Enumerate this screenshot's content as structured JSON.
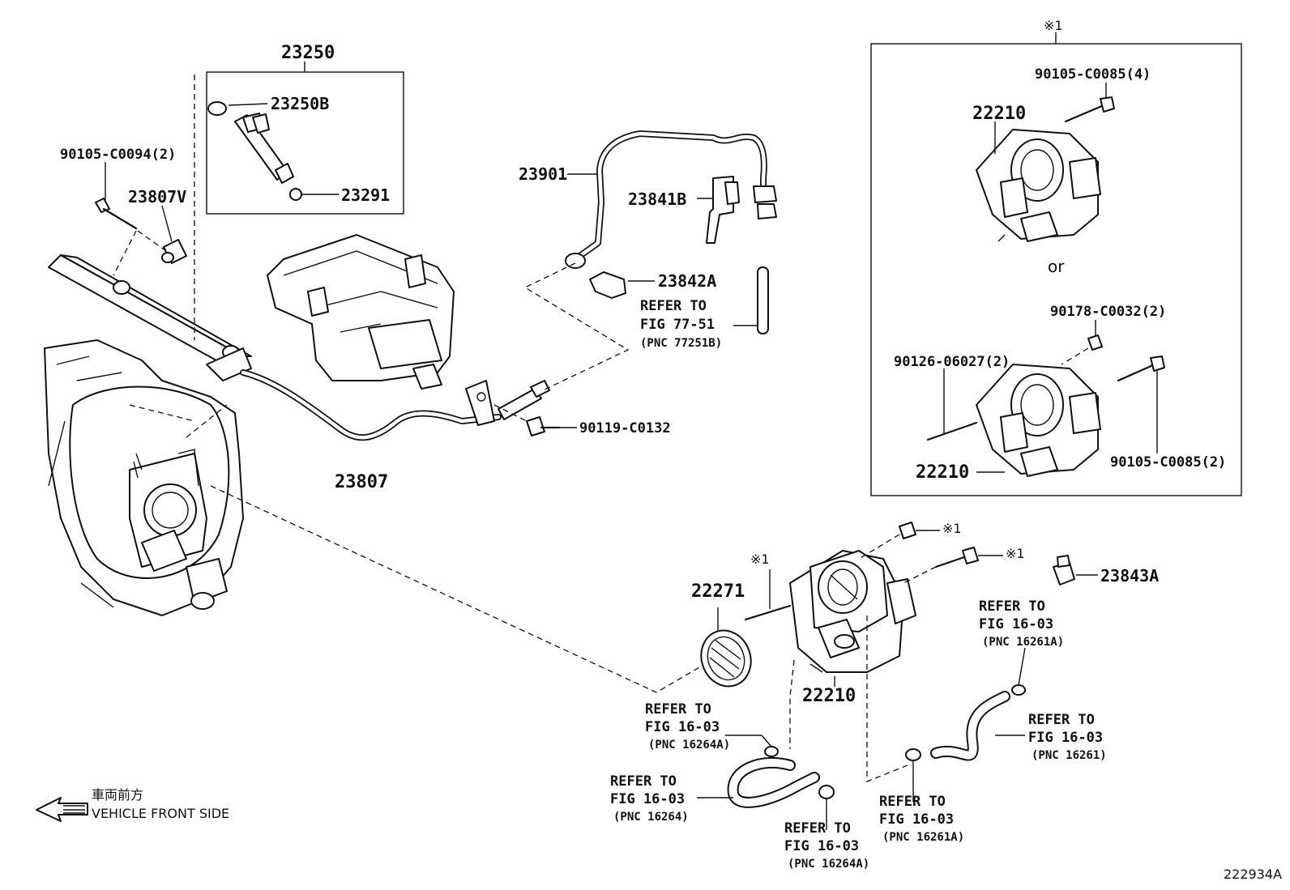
{
  "diagram": {
    "drawing_number": "222934A",
    "direction_note_jp": "車両前方",
    "direction_note_en": "VEHICLE FRONT SIDE",
    "or_label": "or",
    "box_note": "※1",
    "parts": {
      "p23250": "23250",
      "p23250B": "23250B",
      "p23291": "23291",
      "p90105_C0094": "90105-C0094(2)",
      "p23807V": "23807V",
      "p23901": "23901",
      "p23841B": "23841B",
      "p23842A": "23842A",
      "p90119_C0132": "90119-C0132",
      "p23807": "23807",
      "p22210_box_top": "22210",
      "p90105_C0085_4": "90105-C0085(4)",
      "p90178_C0032": "90178-C0032(2)",
      "p90126_06027": "90126-06027(2)",
      "p22210_box_bottom": "22210",
      "p90105_C0085_2": "90105-C0085(2)",
      "p22271": "22271",
      "p22210_main": "22210",
      "p23843A": "23843A",
      "note_stud": "※1",
      "note_nut": "※1",
      "note_bolt": "※1"
    },
    "refs": {
      "r77_51": {
        "line1": "REFER TO",
        "line2": "FIG 77-51",
        "line3": "(PNC 77251B)"
      },
      "r16261A_top": {
        "line1": "REFER TO",
        "line2": "FIG 16-03",
        "line3": "(PNC 16261A)"
      },
      "r16261": {
        "line1": "REFER TO",
        "line2": "FIG 16-03",
        "line3": "(PNC 16261)"
      },
      "r16264A_top": {
        "line1": "REFER TO",
        "line2": "FIG 16-03",
        "line3": "(PNC 16264A)"
      },
      "r16264": {
        "line1": "REFER TO",
        "line2": "FIG 16-03",
        "line3": "(PNC 16264)"
      },
      "r16264A_bottom": {
        "line1": "REFER TO",
        "line2": "FIG 16-03",
        "line3": "(PNC 16264A)"
      },
      "r16261A_bottom": {
        "line1": "REFER TO",
        "line2": "FIG 16-03",
        "line3": "(PNC 16261A)"
      }
    }
  }
}
